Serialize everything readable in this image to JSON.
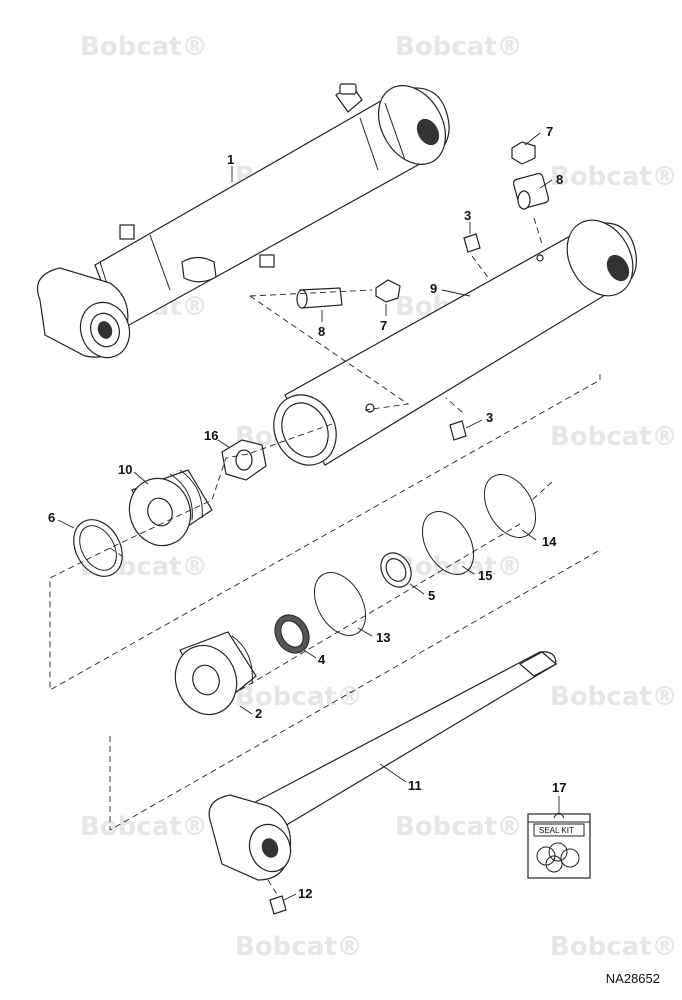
{
  "watermark": {
    "text": "Bobcat",
    "mark": "®"
  },
  "callouts": [
    {
      "id": "c1",
      "text": "1"
    },
    {
      "id": "c7a",
      "text": "7"
    },
    {
      "id": "c8a",
      "text": "8"
    },
    {
      "id": "c3a",
      "text": "3"
    },
    {
      "id": "c9",
      "text": "9"
    },
    {
      "id": "c8b",
      "text": "8"
    },
    {
      "id": "c7b",
      "text": "7"
    },
    {
      "id": "c3b",
      "text": "3"
    },
    {
      "id": "c16",
      "text": "16"
    },
    {
      "id": "c10",
      "text": "10"
    },
    {
      "id": "c6",
      "text": "6"
    },
    {
      "id": "c14",
      "text": "14"
    },
    {
      "id": "c15",
      "text": "15"
    },
    {
      "id": "c5",
      "text": "5"
    },
    {
      "id": "c13",
      "text": "13"
    },
    {
      "id": "c4",
      "text": "4"
    },
    {
      "id": "c2",
      "text": "2"
    },
    {
      "id": "c11",
      "text": "11"
    },
    {
      "id": "c17",
      "text": "17"
    },
    {
      "id": "c12",
      "text": "12"
    }
  ],
  "seal_kit": {
    "label": "SEAL KIT"
  },
  "drawing_code": "NA28652"
}
